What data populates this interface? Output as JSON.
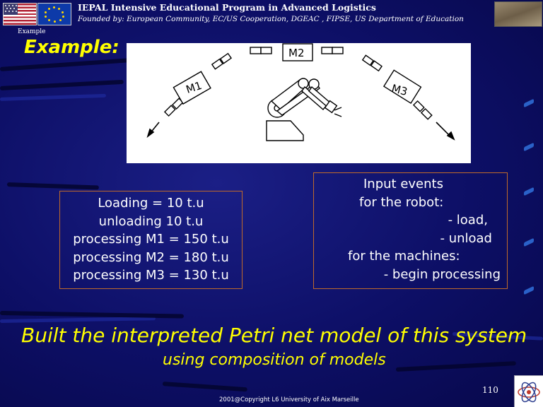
{
  "header": {
    "title": "IEPAL Intensive Educational Program in Advanced Logistics",
    "subtitle": "Founded by: European Community, EC/US Cooperation, DGEAC , FIPSE, US Department of Education"
  },
  "breadcrumb": "Example",
  "slide": {
    "heading": "Example:",
    "diagram": {
      "labels": [
        "M1",
        "M2",
        "M3"
      ]
    },
    "processing_times": [
      "Loading = 10 t.u",
      "unloading 10 t.u",
      "processing M1 = 150 t.u",
      "processing M2 = 180 t.u",
      "processing M3 = 130 t.u"
    ],
    "input_events": {
      "title": "Input events",
      "robot_heading": "for the robot:",
      "robot_events": [
        "- load,",
        "- unload"
      ],
      "machine_heading": "for the machines:",
      "machine_events": [
        "- begin processing"
      ]
    },
    "task_line1": "Built the interpreted Petri net model of this system",
    "task_line2": "using composition of models"
  },
  "footer": {
    "page_number": "110",
    "copyright": "2001@Copyright L6 University of Aix Marseille"
  },
  "colors": {
    "background": "#0d0f66",
    "accent_text": "#ffff00",
    "box_border": "#c06a2a"
  }
}
